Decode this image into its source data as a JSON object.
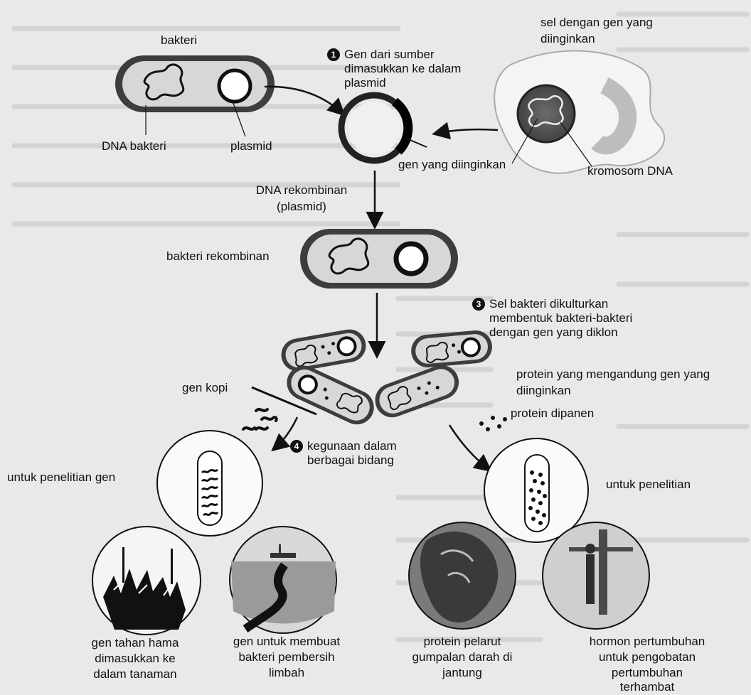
{
  "labels": {
    "bakteri": "bakteri",
    "dna_bakteri": "DNA bakteri",
    "plasmid": "plasmid",
    "sel_gen_1": "sel dengan gen yang",
    "sel_gen_2": "diinginkan",
    "gen_diinginkan": "gen yang diinginkan",
    "kromosom_dna": "kromosom DNA",
    "dna_rekombinan_1": "DNA rekombinan",
    "dna_rekombinan_2": "(plasmid)",
    "bakteri_rekombinan": "bakteri rekombinan",
    "gen_kopi": "gen kopi",
    "protein_gen_1": "protein yang mengandung gen yang",
    "protein_gen_2": "diinginkan",
    "protein_dipanen": "protein dipanen",
    "untuk_penelitian_gen": "untuk penelitian gen",
    "untuk_penelitian": "untuk penelitian",
    "tahan_hama_1": "gen tahan hama",
    "tahan_hama_2": "dimasukkan ke",
    "tahan_hama_3": "dalam tanaman",
    "limbah_1": "gen untuk membuat",
    "limbah_2": "bakteri pembersih",
    "limbah_3": "limbah",
    "pelarut_1": "protein pelarut",
    "pelarut_2": "gumpalan darah di",
    "pelarut_3": "jantung",
    "hormon_1": "hormon pertumbuhan",
    "hormon_2": "untuk pengobatan",
    "hormon_3": "pertumbuhan",
    "hormon_4": "terhambat"
  },
  "steps": [
    {
      "number": "1",
      "lines": [
        "Gen dari sumber",
        "dimasukkan ke dalam",
        "plasmid"
      ]
    },
    {
      "number": "3",
      "lines": [
        "Sel bakteri dikulturkan",
        "membentuk bakteri-bakteri",
        "dengan gen yang diklon"
      ]
    },
    {
      "number": "4",
      "lines": [
        "kegunaan dalam",
        "berbagai bidang"
      ]
    }
  ]
}
